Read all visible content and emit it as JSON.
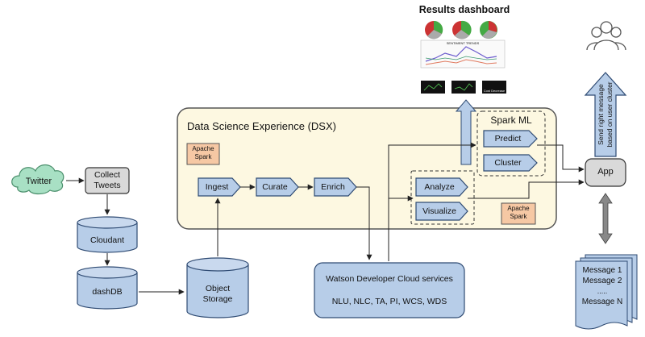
{
  "results": {
    "title": "Results dashboard",
    "chart_title": "SENTIMENT TRENDS",
    "tile_labels": [
      "",
      "",
      "Cost Decrease"
    ]
  },
  "dsx": {
    "title": "Data Science Experience (DSX)",
    "apache_spark_label": "Apache\nSpark",
    "apache_spark_label_2": "Apache\nSpark"
  },
  "pipeline": {
    "ingest": "Ingest",
    "curate": "Curate",
    "enrich": "Enrich",
    "analyze": "Analyze",
    "visualize": "Visualize"
  },
  "spark_ml": {
    "title": "Spark ML",
    "predict": "Predict",
    "cluster": "Cluster"
  },
  "sources": {
    "twitter": "Twitter",
    "collect_tweets": "Collect\nTweets",
    "cloudant": "Cloudant",
    "dashdb": "dashDB",
    "object_storage": "Object\nStorage"
  },
  "watson": {
    "title": "Watson Developer Cloud services",
    "services": "NLU, NLC, TA, PI, WCS, WDS"
  },
  "app": {
    "label": "App",
    "arrow_text": "Send right message\nbased on user cluster"
  },
  "messages": {
    "line1": "Message 1",
    "line2": "Message 2",
    "line3": ".....",
    "line4": "Message N"
  },
  "colors": {
    "box_fill": "#b7cde8",
    "box_stroke": "#2f4b73",
    "dsx_fill": "#fdf8e1",
    "spark_fill": "#f6c8a4",
    "cloud_fill": "#a8e0c4",
    "grey_fill": "#d9d9d9"
  }
}
